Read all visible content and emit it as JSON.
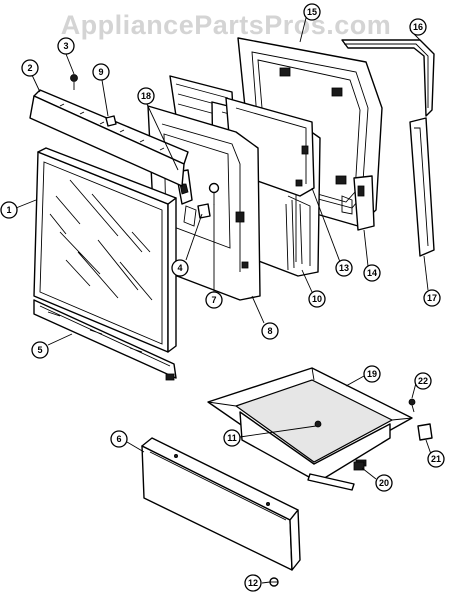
{
  "watermark": "AppliancePartsPros.com",
  "callouts": [
    {
      "id": "c1",
      "label": "1"
    },
    {
      "id": "c2",
      "label": "2"
    },
    {
      "id": "c3",
      "label": "3"
    },
    {
      "id": "c4",
      "label": "4"
    },
    {
      "id": "c5",
      "label": "5"
    },
    {
      "id": "c6",
      "label": "6"
    },
    {
      "id": "c7",
      "label": "7"
    },
    {
      "id": "c8",
      "label": "8"
    },
    {
      "id": "c9",
      "label": "9"
    },
    {
      "id": "c10",
      "label": "10"
    },
    {
      "id": "c11",
      "label": "11"
    },
    {
      "id": "c12",
      "label": "12"
    },
    {
      "id": "c13",
      "label": "13"
    },
    {
      "id": "c14",
      "label": "14"
    },
    {
      "id": "c15",
      "label": "15"
    },
    {
      "id": "c16",
      "label": "16"
    },
    {
      "id": "c17",
      "label": "17"
    },
    {
      "id": "c18",
      "label": "18"
    },
    {
      "id": "c19",
      "label": "19"
    },
    {
      "id": "c20",
      "label": "20"
    },
    {
      "id": "c21",
      "label": "21"
    },
    {
      "id": "c22",
      "label": "22"
    }
  ]
}
